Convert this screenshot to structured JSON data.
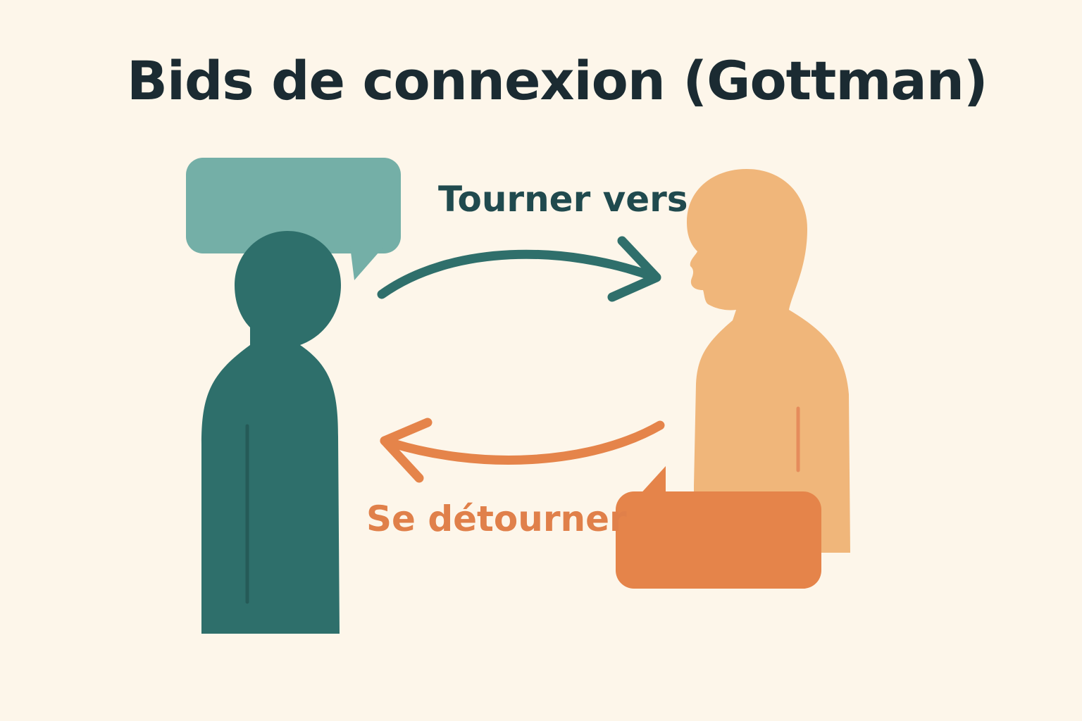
{
  "title": "Bids de connexion (Gottman)",
  "labels": {
    "toward": "Tourner vers",
    "away": "Se détourner"
  },
  "colors": {
    "background": "#fdf6ea",
    "title": "#1b2b32",
    "teal_person": "#2e6f6b",
    "teal_bubble": "#74afa7",
    "teal_arrow": "#2f6f6b",
    "toward_label": "#204a4e",
    "orange_person": "#f0b67a",
    "orange_bubble": "#e5844a",
    "orange_arrow": "#e5844a",
    "away_label": "#e0804a"
  },
  "icons": {
    "left_person": "person-silhouette-icon",
    "right_person": "person-profile-silhouette-icon",
    "left_bubble": "speech-bubble-icon",
    "right_bubble": "speech-bubble-icon",
    "toward_arrow": "arrow-right-icon",
    "away_arrow": "arrow-left-icon"
  }
}
